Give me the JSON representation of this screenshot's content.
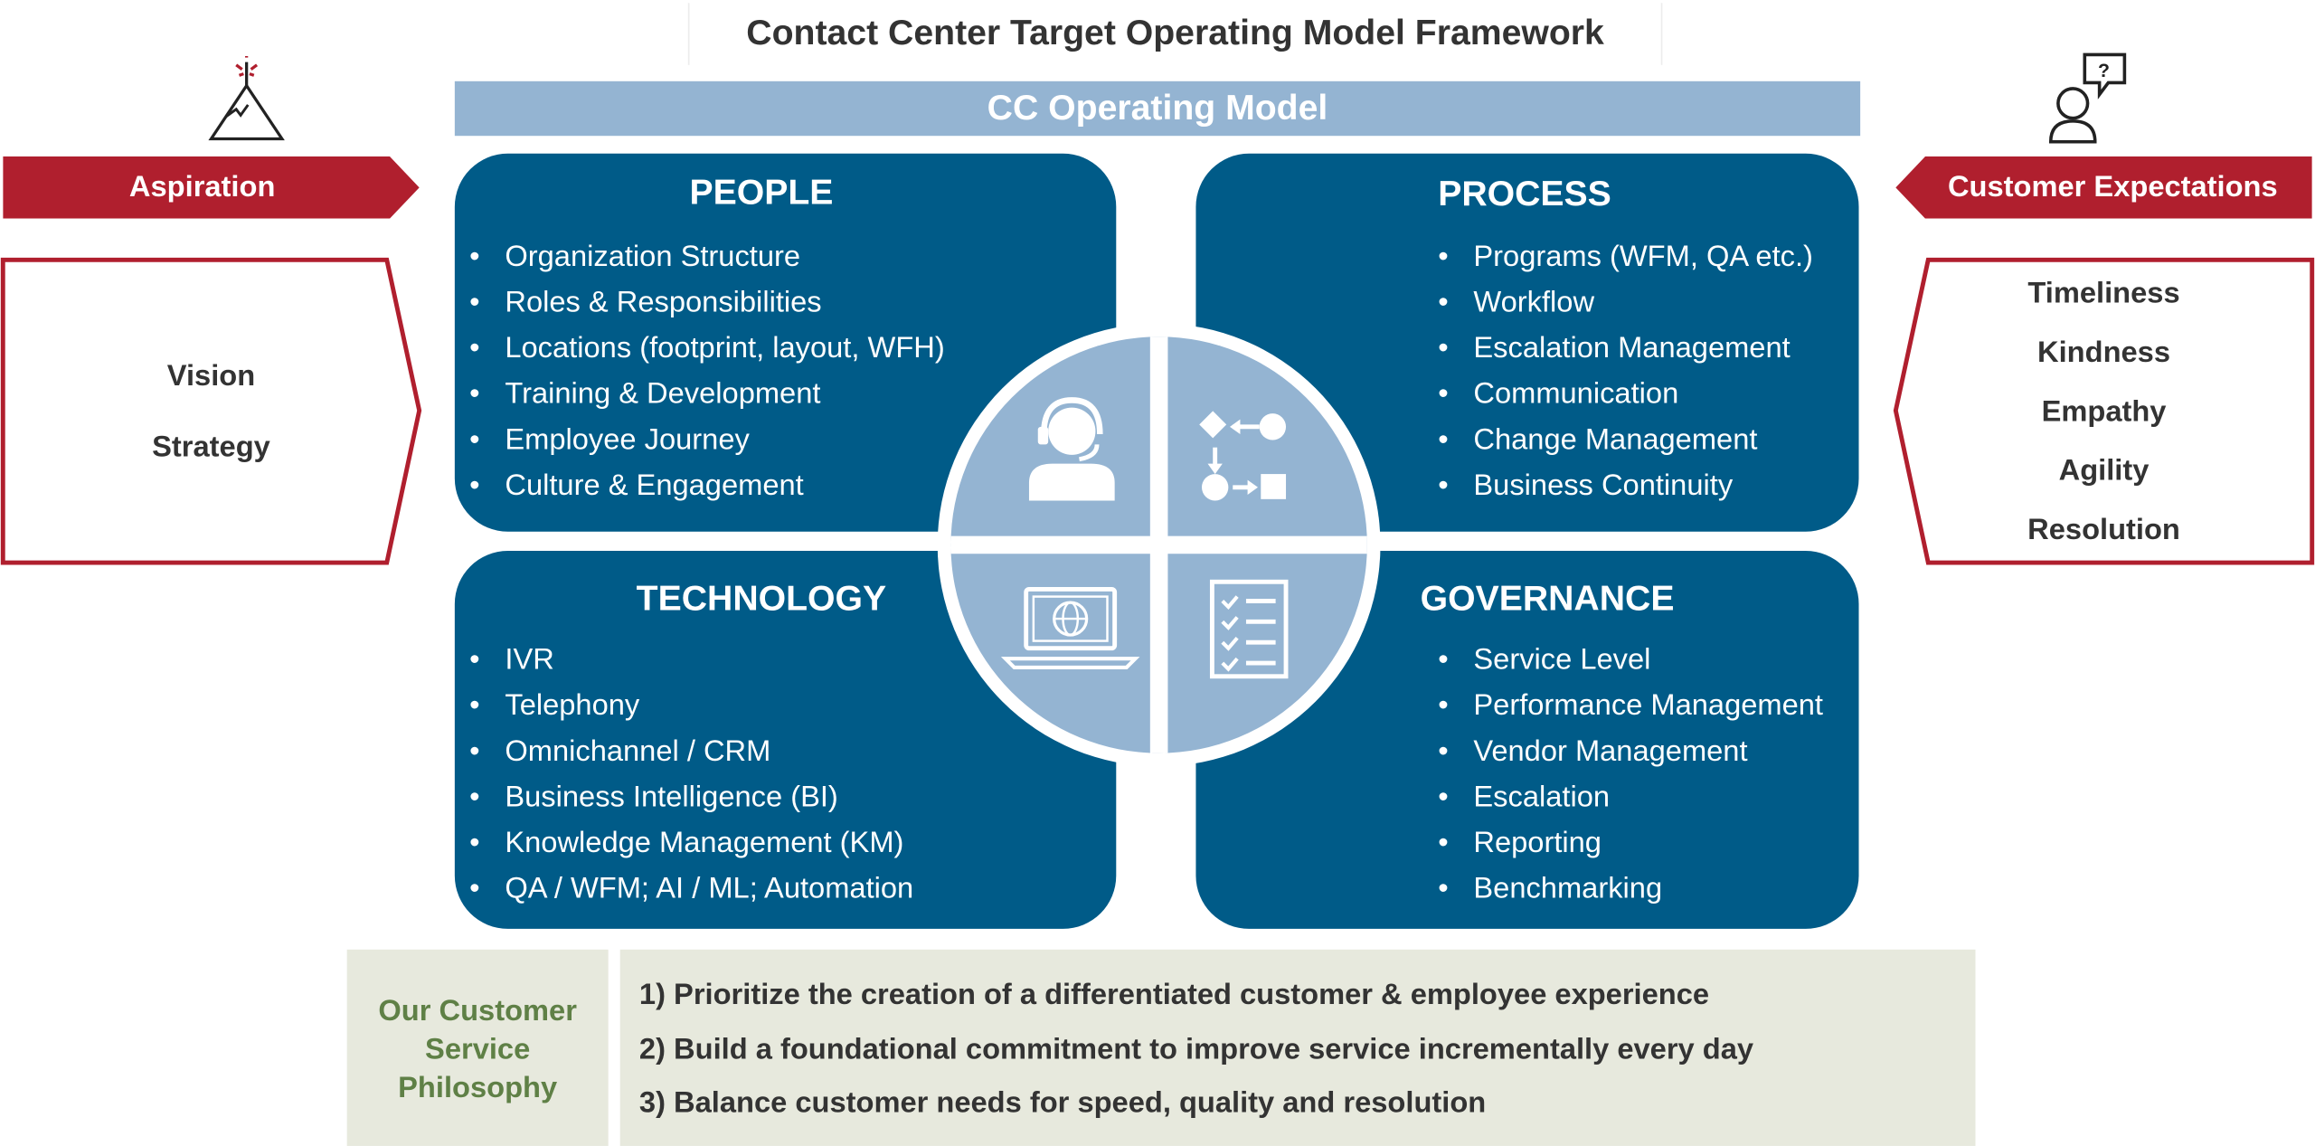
{
  "title": "Contact Center Target Operating Model Framework",
  "operating_model_label": "CC Operating Model",
  "aspiration": {
    "label": "Aspiration",
    "items": [
      "Vision",
      "Strategy"
    ]
  },
  "customer_expectations": {
    "label": "Customer Expectations",
    "items": [
      "Timeliness",
      "Kindness",
      "Empathy",
      "Agility",
      "Resolution"
    ]
  },
  "quadrants": {
    "people": {
      "title": "PEOPLE",
      "items": [
        "Organization Structure",
        "Roles & Responsibilities",
        "Locations (footprint, layout, WFH)",
        "Training & Development",
        "Employee Journey",
        "Culture & Engagement"
      ]
    },
    "process": {
      "title": "PROCESS",
      "items": [
        "Programs (WFM, QA etc.)",
        "Workflow",
        "Escalation Management",
        "Communication",
        "Change Management",
        "Business Continuity"
      ]
    },
    "technology": {
      "title": "TECHNOLOGY",
      "items": [
        "IVR",
        "Telephony",
        "Omnichannel / CRM",
        "Business Intelligence (BI)",
        "Knowledge Management (KM)",
        "QA / WFM; AI / ML; Automation"
      ]
    },
    "governance": {
      "title": "GOVERNANCE",
      "items": [
        "Service Level",
        "Performance Management",
        "Vendor Management",
        "Escalation",
        "Reporting",
        "Benchmarking"
      ]
    }
  },
  "philosophy": {
    "label_lines": [
      "Our Customer",
      "Service",
      "Philosophy"
    ],
    "points": [
      "1) Prioritize the creation of a differentiated customer & employee experience",
      "2) Build a foundational commitment to improve service incrementally every day",
      "3) Balance customer needs for speed, quality and resolution"
    ]
  },
  "colors": {
    "panel_blue": "#005b88",
    "light_blue": "#94b4d2",
    "banner_red": "#b01f2e",
    "philosophy_bg": "#e7e9dd",
    "philosophy_green": "#5f8046"
  },
  "icons": [
    "mountain-flag-icon",
    "person-question-icon",
    "headset-agent-icon",
    "workflow-icon",
    "laptop-globe-icon",
    "checklist-icon"
  ]
}
